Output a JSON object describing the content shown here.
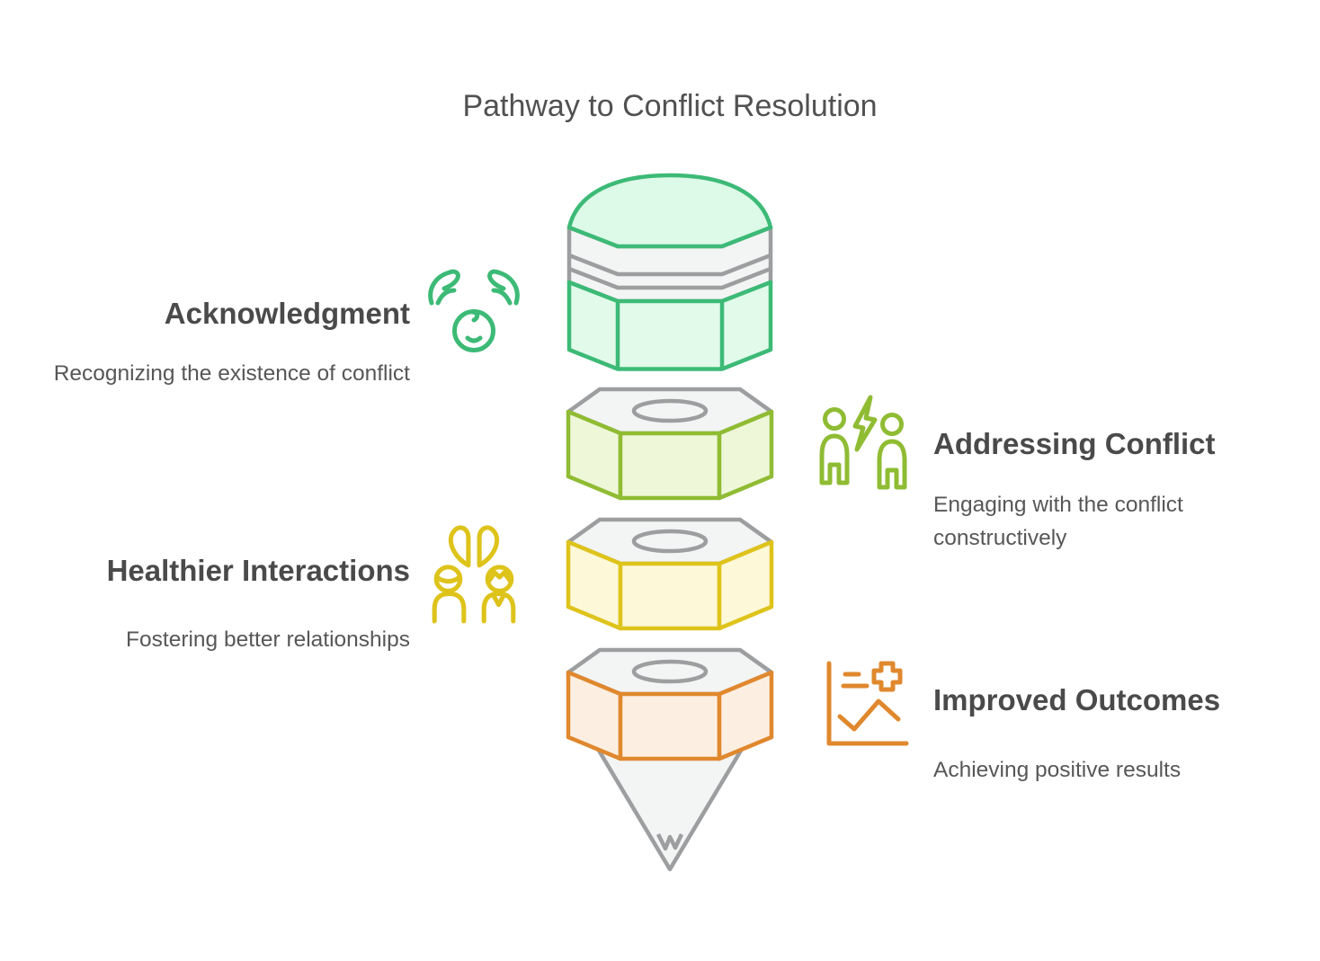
{
  "title": "Pathway to Conflict Resolution",
  "stages": [
    {
      "title": "Acknowledgment",
      "description": "Recognizing the existence of conflict",
      "icon": "caring-hands-smiley-icon",
      "color": "#3cba76",
      "side": "left"
    },
    {
      "title": "Addressing Conflict",
      "description": "Engaging with the conflict constructively",
      "icon": "two-people-lightning-icon",
      "color": "#8fbc33",
      "side": "right"
    },
    {
      "title": "Healthier Interactions",
      "description": "Fostering better relationships",
      "icon": "two-people-split-heart-icon",
      "color": "#dec31b",
      "side": "left"
    },
    {
      "title": "Improved Outcomes",
      "description": "Achieving positive results",
      "icon": "chart-with-plus-icon",
      "color": "#e0882e",
      "side": "right"
    }
  ],
  "funnel": {
    "shape": "pencil-style stack of hexagonal segments pointing down",
    "gray_color": "#9c9ea0",
    "gray_fill": "#f3f4f4",
    "segment_colors": [
      "#3cba76",
      "#8fbc33",
      "#dec31b",
      "#e0882e"
    ],
    "segment_fills": [
      "#e1faea",
      "#eff7d9",
      "#fdf8d8",
      "#fcefe1"
    ]
  }
}
